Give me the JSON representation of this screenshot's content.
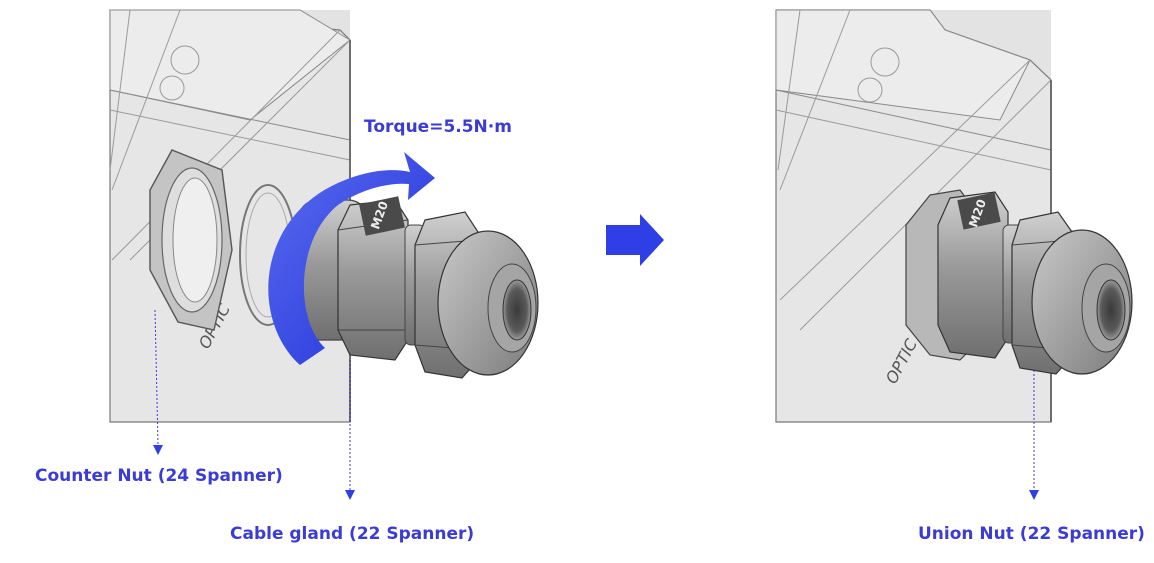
{
  "labels": {
    "torque": "Torque=5.5N·m",
    "counter_nut": "Counter Nut (24 Spanner)",
    "cable_gland": "Cable gland (22 Spanner)",
    "union_nut": "Union Nut (22 Spanner)"
  },
  "engraving": {
    "brand": "OPTIC",
    "thread": "M20"
  },
  "colors": {
    "label": "#3b3bd6",
    "arrow": "#2f3fe6",
    "leader": "#3b3bd6",
    "gland_body": "#8f8f8f",
    "enclosure_line": "#7a7a7a"
  },
  "icons": [
    "rotation-arrow-icon",
    "step-arrow-icon"
  ]
}
